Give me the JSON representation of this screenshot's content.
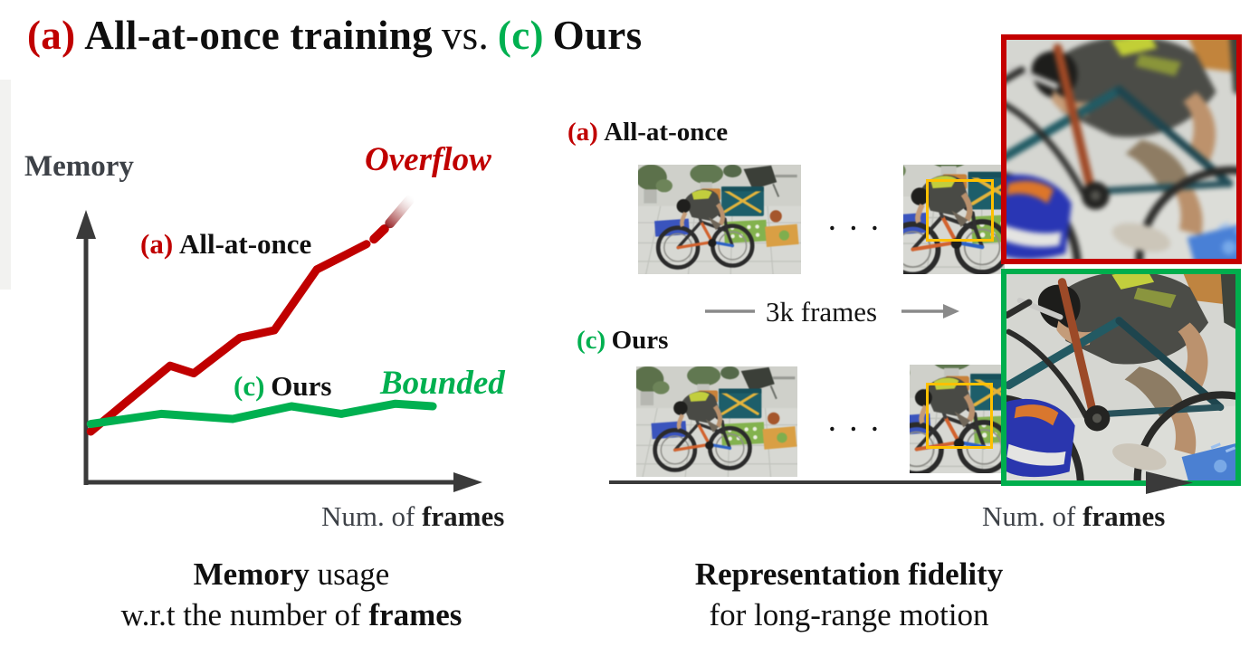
{
  "title": {
    "tag_a": "(a)",
    "main": "All-at-once training",
    "vs": "vs.",
    "tag_c": "(c)",
    "ours": "Ours"
  },
  "chart_data": {
    "type": "line",
    "title": "Memory usage w.r.t the number of frames",
    "xlabel": "Num. of frames",
    "ylabel": "Memory",
    "x_ticks": [],
    "y_ticks": [],
    "note": "conceptual sketch; axes have no numeric ticks; values normalized 0-1",
    "series": [
      {
        "name": "(a) All-at-once",
        "color": "#c00000",
        "annotation": "Overflow",
        "points": [
          [
            0.012,
            0.2
          ],
          [
            0.216,
            0.46
          ],
          [
            0.277,
            0.43
          ],
          [
            0.395,
            0.57
          ],
          [
            0.484,
            0.6
          ],
          [
            0.593,
            0.84
          ],
          [
            0.67,
            0.9
          ],
          [
            0.721,
            0.94
          ]
        ],
        "dash_points": [
          [
            0.74,
            0.96
          ],
          [
            0.767,
            1.0
          ]
        ]
      },
      {
        "name": "(c) Ours",
        "color": "#00b050",
        "annotation": "Bounded",
        "points": [
          [
            0.012,
            0.23
          ],
          [
            0.193,
            0.27
          ],
          [
            0.377,
            0.25
          ],
          [
            0.528,
            0.3
          ],
          [
            0.656,
            0.27
          ],
          [
            0.795,
            0.31
          ],
          [
            0.891,
            0.3
          ]
        ]
      }
    ]
  },
  "memory_chart": {
    "ylabel": "Memory",
    "overflow": "Overflow",
    "bounded": "Bounded",
    "series_a_tag": "(a)",
    "series_a_name": "All-at-once",
    "series_c_tag": "(c)",
    "series_c_name": "Ours",
    "xlabel_normal": "Num. of",
    "xlabel_bold": "frames"
  },
  "fidelity_panel": {
    "header_a_tag": "(a)",
    "header_a_name": "All-at-once",
    "header_c_tag": "(c)",
    "header_c_name": "Ours",
    "ellipsis_a": ". . .",
    "ellipsis_c": ". . .",
    "arrow_label": "3k frames",
    "xlabel_normal": "Num. of",
    "xlabel_bold": "frames"
  },
  "captions": {
    "left_line1_bold": "Memory",
    "left_line1_rest": " usage",
    "left_line2_pre": "w.r.t the number of ",
    "left_line2_bold": "frames",
    "right_line1": "Representation fidelity",
    "right_line2": "for long-range motion"
  },
  "colors": {
    "accent_red": "#c00000",
    "accent_green": "#00b050",
    "axis_dark": "#3a3a3a",
    "label_gray": "#3d4147",
    "arrow_gray": "#8a8a8a",
    "highlight_yellow": "#ffc000"
  }
}
